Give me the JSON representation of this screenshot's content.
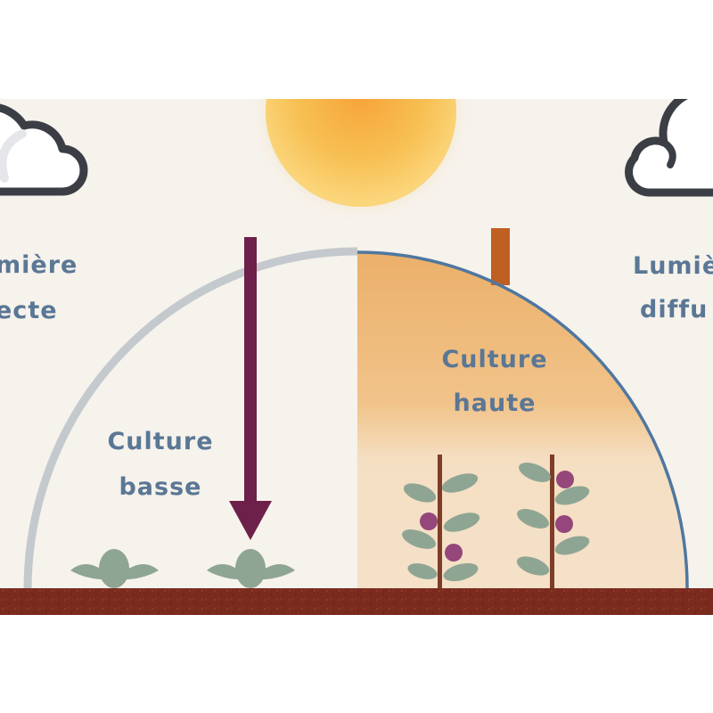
{
  "labels": {
    "left_line1": "mière",
    "left_line2": "ecte",
    "low_line1": "Culture",
    "low_line2": "basse",
    "high_line1": "Culture",
    "high_line2": "haute",
    "right_line1": "Lumiè",
    "right_line2": "diffu"
  },
  "colors": {
    "background": "#f6f2ec",
    "sun": "#f6b949",
    "direct_arrow": "#6d2049",
    "label_text": "#5a7795",
    "soil": "#7a2b1e",
    "high_crop_zone": "#edb56f",
    "greenhouse_frame_low": "#c3c9cc",
    "greenhouse_frame_high": "#4f77a0",
    "chimney": "#c05f22",
    "leaf": "#8fa593",
    "flower": "#95467a",
    "stake": "#7e3d28"
  },
  "icons": {
    "left_cloud": "cloud-icon",
    "right_cloud": "cloud-icon",
    "sun": "sun-icon"
  }
}
